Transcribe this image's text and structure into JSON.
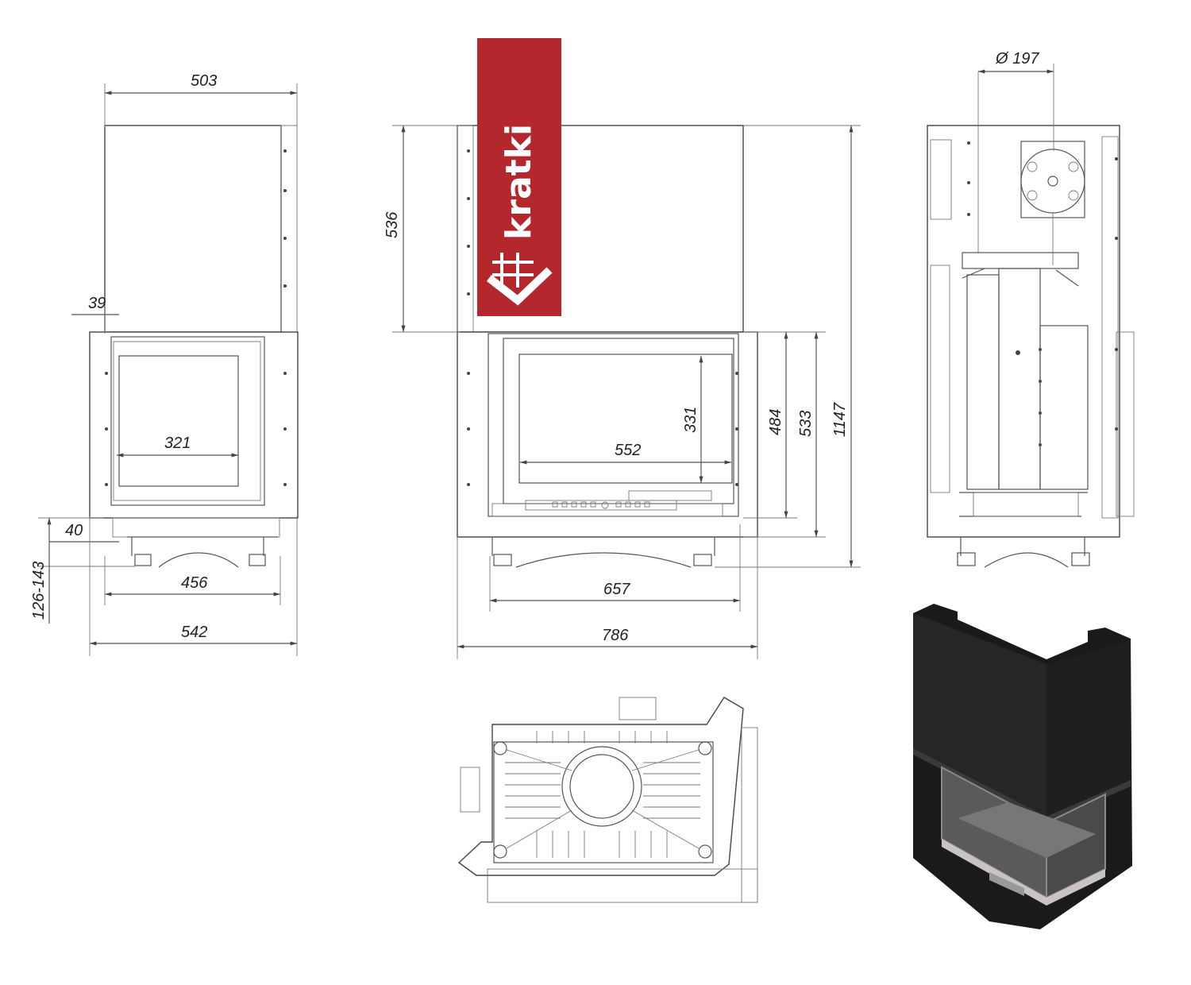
{
  "brand": {
    "name": "kratki",
    "color": "#b3272d"
  },
  "front_view": {
    "width_top": "503",
    "frame_offset": "39",
    "glass_width": "321",
    "leg_offset": "40",
    "leg_height": "126-143",
    "base_width": "456",
    "total_width": "542"
  },
  "side_view": {
    "upper_height": "536",
    "glass_height": "331",
    "glass_width": "552",
    "door_height": "484",
    "opening_height": "533",
    "total_height": "1147",
    "base_width": "657",
    "total_width": "786"
  },
  "rear_view": {
    "flue_diameter": "Ø 197"
  }
}
